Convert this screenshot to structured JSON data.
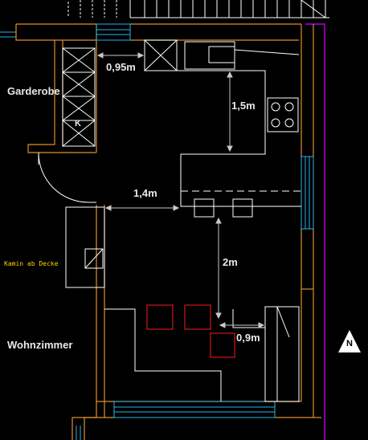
{
  "rooms": {
    "garderobe": "Garderobe",
    "wohnzimmer": "Wohnzimmer"
  },
  "annotations": {
    "kamin": "Kamin ab Decke",
    "k_mark": "K"
  },
  "dimensions": {
    "d1": "0,95m",
    "d2": "1,5m",
    "d3": "1,4m",
    "d4": "2m",
    "d5": "0,9m"
  },
  "north": {
    "label": "N"
  },
  "colors": {
    "background": "#000000",
    "walls": "#e0902a",
    "lines": "#ffffff",
    "windows": "#2ab0e8",
    "boundary": "#b000e0",
    "furniture_red": "#d01818",
    "dimension": "#c8c8c8",
    "annotation": "#ffd400"
  }
}
